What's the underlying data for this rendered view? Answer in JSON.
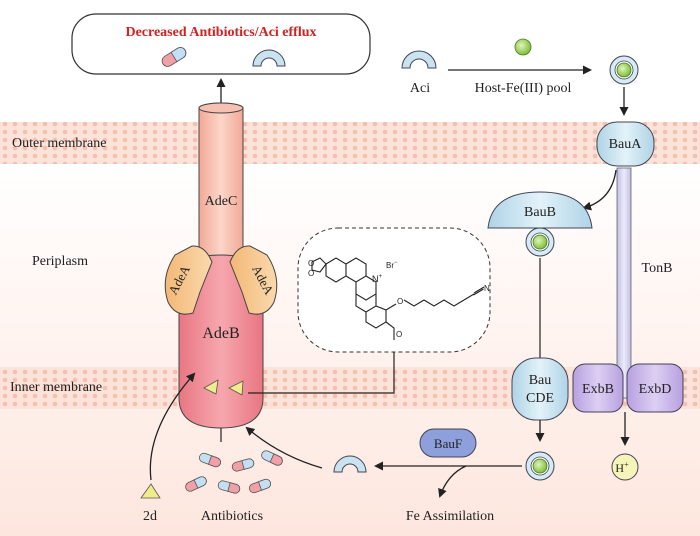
{
  "membrane_labels": {
    "outer": "Outer membrane",
    "periplasm": "Periplasm",
    "inner": "Inner membrane"
  },
  "top_result": "Decreased Antibiotics/Aci efflux",
  "efflux_pump": {
    "outer": "AdeC",
    "adaptor_left": "AdeA",
    "adaptor_right": "AdeA",
    "inner": "AdeB"
  },
  "siderophore_pathway": {
    "aci": "Aci",
    "host_pool": "Host-Fe(III) pool",
    "outer_receptor": "BauA",
    "periplasmic_binder": "BauB",
    "inner_transporter_line1": "Bau",
    "inner_transporter_line2": "CDE",
    "tonb": "TonB",
    "exbb": "ExbB",
    "exbd": "ExbD",
    "proton": "H",
    "proton_sup": "+",
    "bauf": "BauF",
    "fe_assimilation": "Fe Assimilation"
  },
  "compound": {
    "label": "2d",
    "bromide": "Br",
    "bromide_charge": "−",
    "n_plus": "N",
    "n_charge": "+",
    "nitrile_n": "N"
  },
  "antibiotics_label": "Antibiotics",
  "colors": {
    "membrane": "#f9d9cf",
    "adeb": "#f08b95",
    "adea": "#f6c891",
    "adec": "#f6b9a8",
    "bau": "#c9e4f0",
    "exb": "#c8b4e8",
    "tonb": "#d0ccec",
    "result_text": "#d42020",
    "iron": "#a8d86a",
    "triangle": "#f0ec8c"
  }
}
